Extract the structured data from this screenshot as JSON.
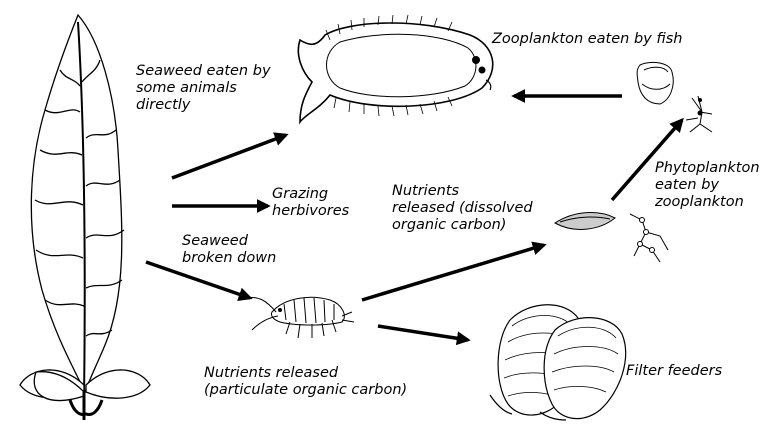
{
  "labels": {
    "seaweed_eaten": [
      "Seaweed eaten by",
      "some animals",
      "directly"
    ],
    "zooplankton_eaten": [
      "Zooplankton eaten by fish"
    ],
    "grazing": [
      "Grazing",
      "herbivores"
    ],
    "nutrients_dissolved": [
      "Nutrients",
      "released (dissolved",
      "organic carbon)"
    ],
    "phytoplankton_eaten": [
      "Phytoplankton",
      "eaten by",
      "zooplankton"
    ],
    "seaweed_broken": [
      "Seaweed",
      "broken down"
    ],
    "nutrients_particulate": [
      "Nutrients released",
      "(particulate organic carbon)"
    ],
    "filter_feeders": [
      "Filter feeders"
    ]
  },
  "colors": {
    "ink": "#000000",
    "background": "#ffffff"
  },
  "icons": [
    "kelp-seaweed-icon",
    "flatfish-icon",
    "zooplankton-icon",
    "phytoplankton-icon",
    "amphipod-icon",
    "mussel-icon"
  ]
}
